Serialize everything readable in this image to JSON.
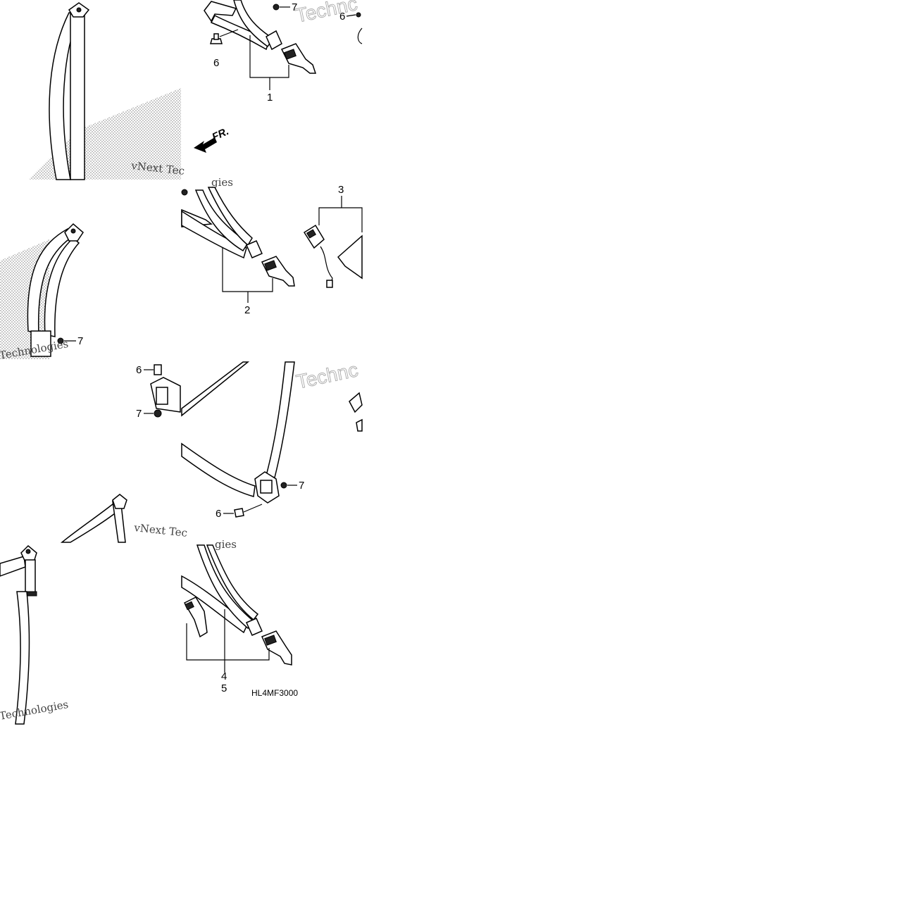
{
  "diagram": {
    "callouts": {
      "p1": "1",
      "p2": "2",
      "p3": "3",
      "p4": "4",
      "p5": "5",
      "fastener_bolt": "6",
      "fastener_nut": "7"
    },
    "direction_label": "FR.",
    "drawing_code": "HL4MF3000",
    "watermark": {
      "line1": "vNext Tec",
      "line2": "Technologies",
      "brand_fragment": "Technc",
      "tile_fragment": "gies"
    }
  }
}
